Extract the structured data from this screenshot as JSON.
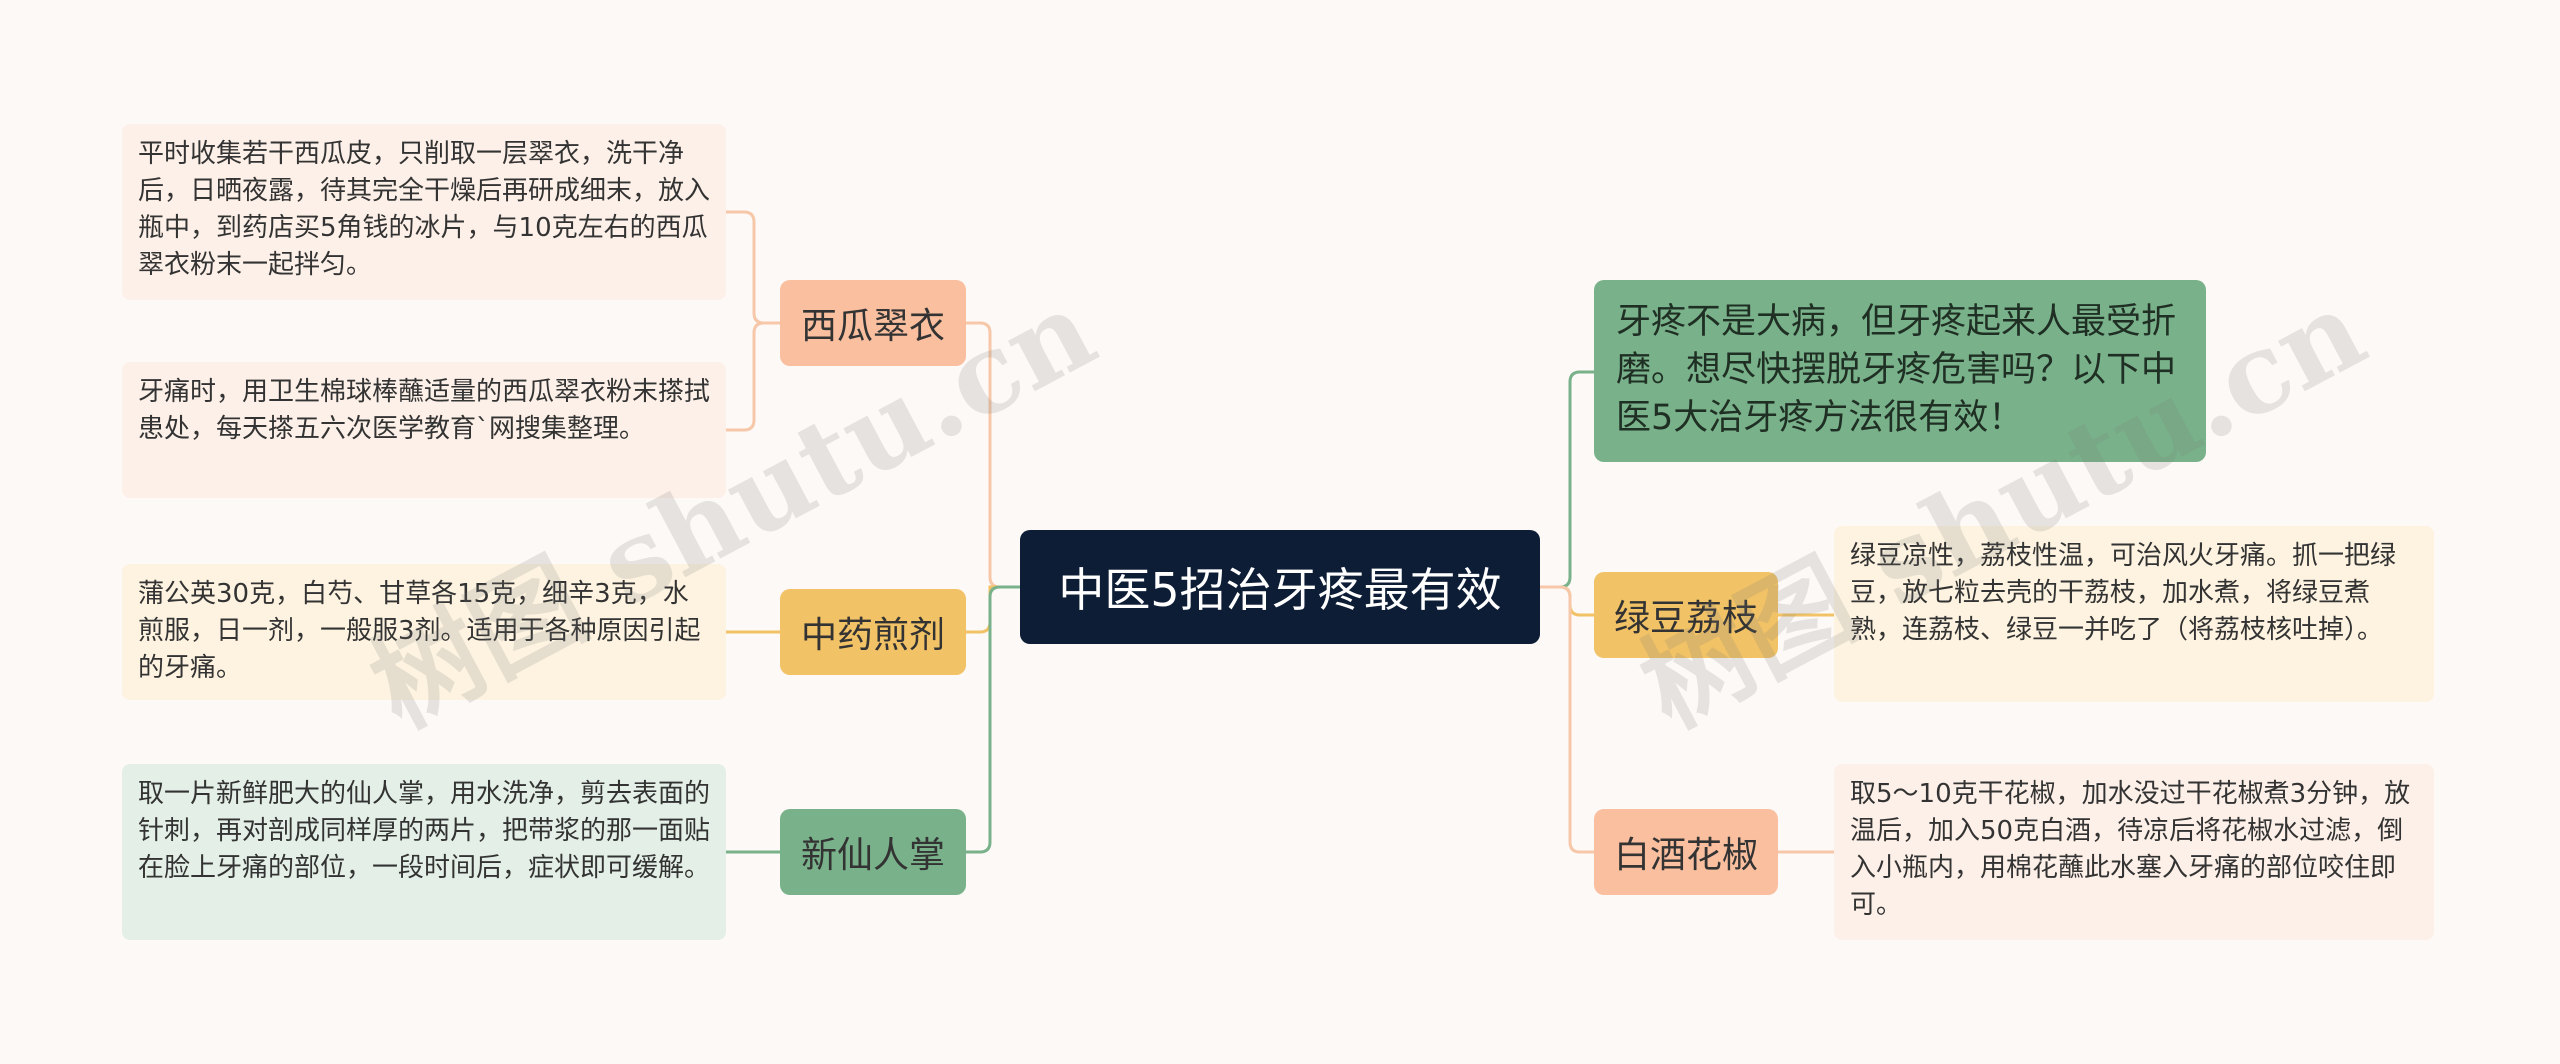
{
  "root": {
    "label": "中医5招治牙疼最有效"
  },
  "left": [
    {
      "label": "西瓜翠衣",
      "color": "#f9bf9f",
      "leaves": [
        "平时收集若干西瓜皮，只削取一层翠衣，洗干净后，日晒夜露，待其完全干燥后再研成细末，放入瓶中，到药店买5角钱的冰片，与10克左右的西瓜翠衣粉末一起拌匀。",
        "牙痛时，用卫生棉球棒蘸适量的西瓜翠衣粉末搽拭患处，每天搽五六次医学教育`网搜集整理。"
      ]
    },
    {
      "label": "中药煎剂",
      "color": "#f1c266",
      "leaves": [
        "蒲公英30克，白芍、甘草各15克，细辛3克，水煎服，日一剂，一般服3剂。适用于各种原因引起的牙痛。"
      ]
    },
    {
      "label": "新仙人掌",
      "color": "#79b28a",
      "leaves": [
        "取一片新鲜肥大的仙人掌，用水洗净，剪去表面的针刺，再对剖成同样厚的两片，把带浆的那一面贴在脸上牙痛的部位，一段时间后，症状即可缓解。"
      ]
    }
  ],
  "right": [
    {
      "label": "牙疼不是大病，但牙疼起来人最受折磨。想尽快摆脱牙疼危害吗？以下中医5大治牙疼方法很有效！",
      "color": "#79b28a"
    },
    {
      "label": "绿豆荔枝",
      "color": "#f1c266",
      "leaves": [
        "绿豆凉性，荔枝性温，可治风火牙痛。抓一把绿豆，放七粒去壳的干荔枝，加水煮，将绿豆煮熟，连荔枝、绿豆一并吃了（将荔枝核吐掉）。"
      ]
    },
    {
      "label": "白酒花椒",
      "color": "#f9bf9f",
      "leaves": [
        "取5～10克干花椒，加水没过干花椒煮3分钟，放温后，加入50克白酒，待凉后将花椒水过滤，倒入小瓶内，用棉花蘸此水塞入牙痛的部位咬住即可。"
      ]
    }
  ],
  "watermark": "树图 shutu.cn"
}
